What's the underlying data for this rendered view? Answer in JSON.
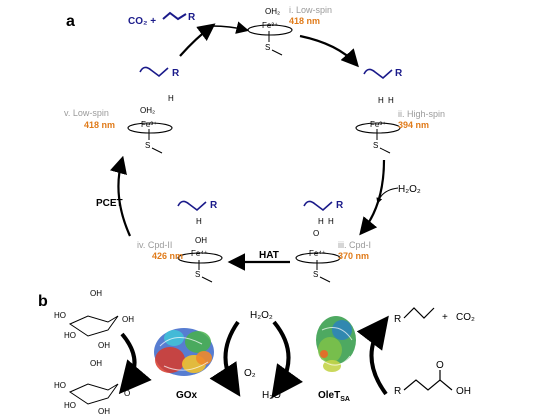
{
  "panel_a": {
    "label": "a",
    "product_co2": "CO₂ +",
    "r_group": "R",
    "hydrogen": "H",
    "sulfur": "S",
    "ligand_oh2": "OH₂",
    "ligand_oh": "OH",
    "ligand_o": "O",
    "iron_3": "Fe³⁺",
    "iron_4": "Fe⁴⁺",
    "h2o2": "H₂O₂",
    "step_hat": "HAT",
    "step_pcet": "PCET",
    "states": [
      {
        "name": "i. Low-spin",
        "wavelength": "418 nm"
      },
      {
        "name": "ii. High-spin",
        "wavelength": "394 nm"
      },
      {
        "name": "iii. Cpd-I",
        "wavelength": "370 nm"
      },
      {
        "name": "iv. Cpd-II",
        "wavelength": "426 nm"
      },
      {
        "name": "v. Low-spin",
        "wavelength": "418 nm"
      }
    ],
    "colors": {
      "state_name": "#9a9a9a",
      "wavelength": "#e07b1a",
      "substrate": "#1a1a8a"
    }
  },
  "panel_b": {
    "label": "b",
    "oh": "OH",
    "ho": "HO",
    "o": "O",
    "r": "R",
    "plus": "+",
    "co2": "CO₂",
    "h2o2": "H₂O₂",
    "o2": "O₂",
    "h2o": "H₂O",
    "enzyme_gox": "GOx",
    "enzyme_olet": "OleT",
    "enzyme_olet_sub": "SA"
  }
}
